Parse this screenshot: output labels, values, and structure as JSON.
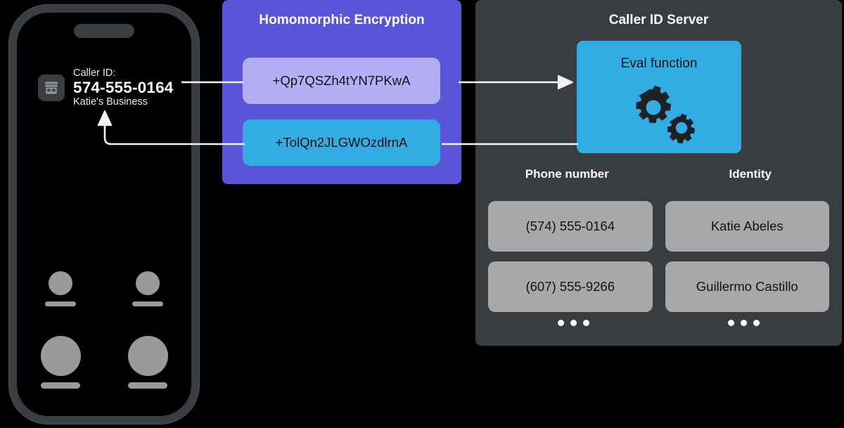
{
  "phone": {
    "caller_id_label": "Caller ID:",
    "caller_id_number": "574-555-0164",
    "caller_id_business": "Katie's Business",
    "business_icon": "storefront-icon",
    "avatars": [
      {
        "size": "small"
      },
      {
        "size": "small"
      },
      {
        "size": "large"
      },
      {
        "size": "large"
      }
    ]
  },
  "encryption": {
    "title": "Homomorphic Encryption",
    "ciphertexts": [
      {
        "value": "+Qp7QSZh4tYN7PKwA",
        "color": "#b3aef5"
      },
      {
        "value": "+TolQn2JLGWOzdlrnA",
        "color": "#31ade4"
      }
    ],
    "panel_color": "#5a55d8"
  },
  "server": {
    "title": "Caller ID Server",
    "eval_label": "Eval function",
    "eval_icon": "gears-icon",
    "eval_color": "#31ade4",
    "panel_color": "#393c40",
    "columns": [
      "Phone number",
      "Identity"
    ],
    "rows": [
      {
        "phone_number": "(574) 555-0164",
        "identity": "Katie Abeles"
      },
      {
        "phone_number": "(607) 555-9266",
        "identity": "Guillermo Castillo"
      }
    ],
    "more_indicator": "•••"
  },
  "connectors": {
    "request_label": "phone-to-encryption",
    "to_server_label": "encryption-to-eval",
    "from_server_label": "eval-to-encryption",
    "response_label": "encryption-to-phone",
    "line_color": "#f2f2f5"
  }
}
